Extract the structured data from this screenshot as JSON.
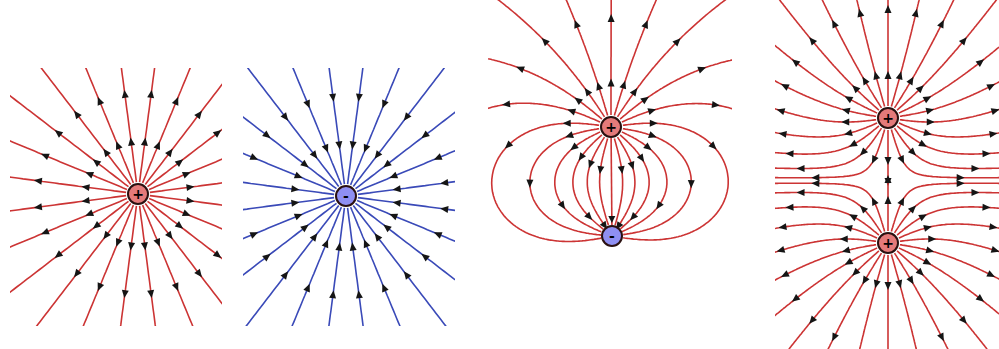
{
  "diagram": {
    "nodes": [
      {
        "text": [
          "+"
        ]
      },
      {
        "text": [
          "-"
        ]
      },
      {
        "text": [
          "+"
        ]
      },
      {
        "text": [
          "-"
        ]
      },
      {
        "text": [
          "+"
        ]
      },
      {
        "text": [
          "+"
        ]
      }
    ],
    "edges": [
      {
        "from": 2,
        "to": 3,
        "arrow": "to"
      }
    ]
  }
}
